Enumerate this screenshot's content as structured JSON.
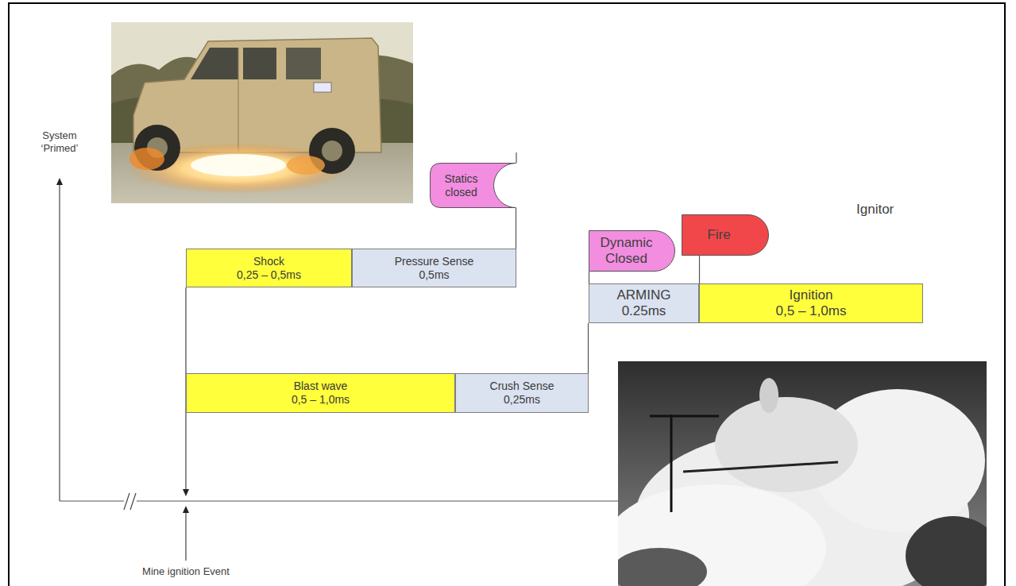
{
  "diagram": {
    "nodes": [
      {
        "text": [
          "Statics closed"
        ]
      },
      {
        "text": [
          "Shock",
          "0,25 – 0,5ms"
        ]
      },
      {
        "text": [
          "Pressure Sense",
          "0,5ms"
        ]
      },
      {
        "text": [
          "Ignitor"
        ]
      },
      {
        "text": [
          "Fire"
        ],
        "in": 3
      },
      {
        "text": [
          "Dynamic Closed"
        ],
        "in": 3
      },
      {
        "text": [
          "ARMING",
          "0.25ms"
        ],
        "in": 3
      },
      {
        "text": [
          "Ignition",
          "0,5 – 1,0ms"
        ],
        "in": 3
      },
      {
        "text": [
          "Blast wave",
          "0,5 – 1,0ms"
        ]
      },
      {
        "text": [
          "Crush Sense",
          "0,25ms"
        ]
      }
    ],
    "edges": [
      {
        "from": 2,
        "to": 0,
        "arrow": "none"
      },
      {
        "from": 9,
        "to": 6,
        "arrow": "none"
      },
      {
        "from": 6,
        "to": 5,
        "arrow": "none"
      },
      {
        "from": 7,
        "to": 4,
        "arrow": "none"
      }
    ],
    "labels": [
      "System ‘Primed’",
      "Mine ignition Event"
    ]
  }
}
